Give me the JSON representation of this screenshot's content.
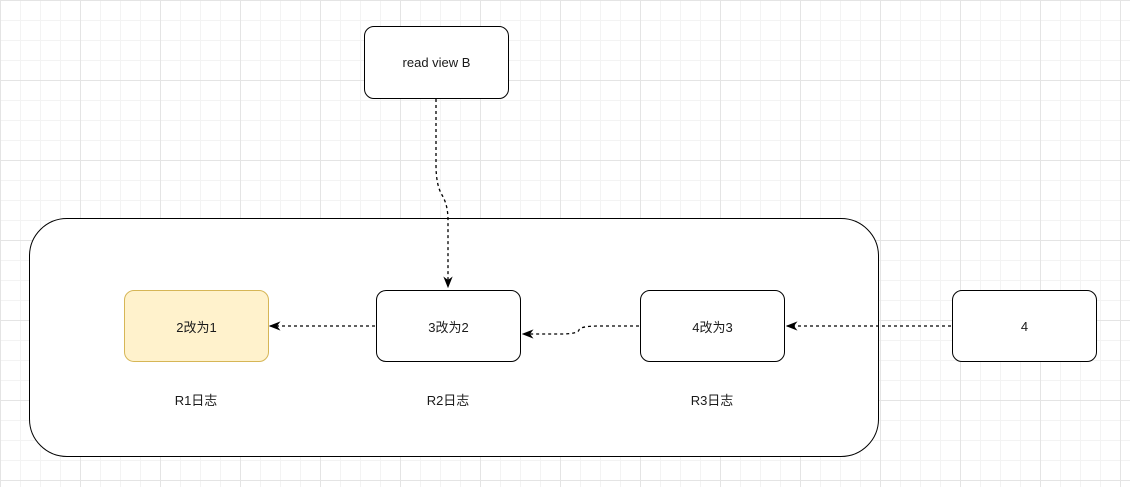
{
  "diagram": {
    "read_view": {
      "label": "read view B"
    },
    "nodes": [
      {
        "id": "r1",
        "label": "2改为1",
        "caption": "R1日志"
      },
      {
        "id": "r2",
        "label": "3改为2",
        "caption": "R2日志"
      },
      {
        "id": "r3",
        "label": "4改为3",
        "caption": "R3日志"
      },
      {
        "id": "current",
        "label": "4"
      }
    ],
    "colors": {
      "highlight_fill": "#fff2cc",
      "highlight_stroke": "#d6b656",
      "stroke": "#000000"
    }
  }
}
